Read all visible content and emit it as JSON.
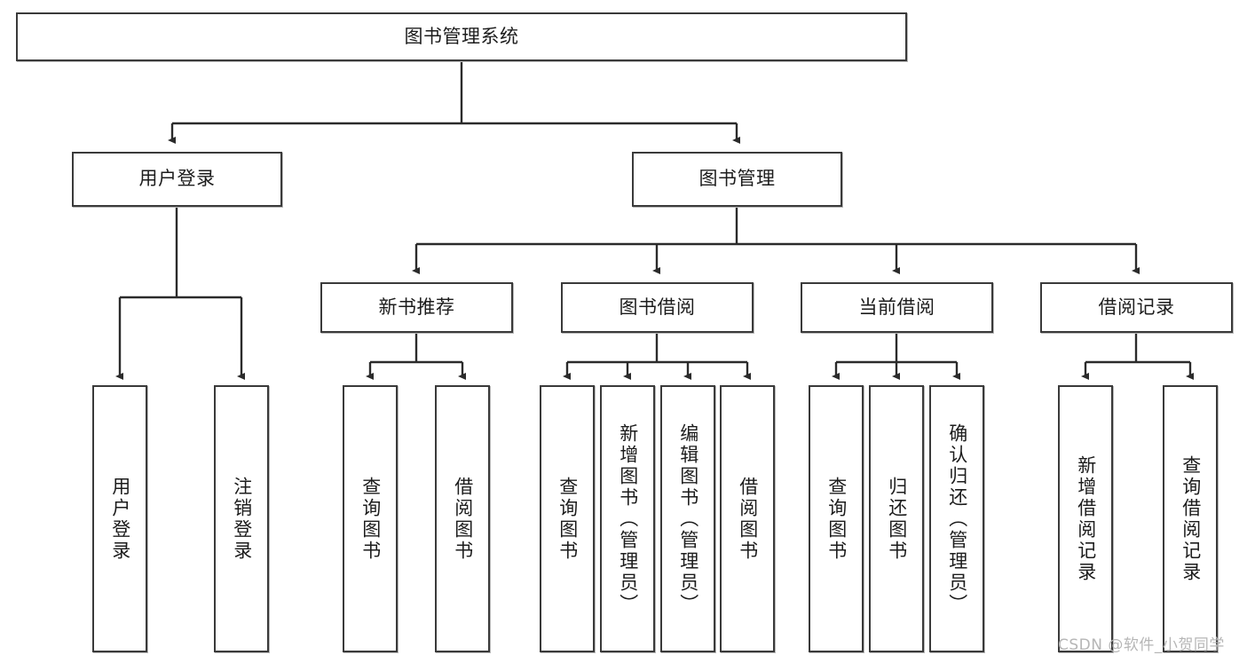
{
  "diagram": {
    "title": "图书管理系统",
    "type": "hierarchy-tree",
    "watermark": "CSDN @软件_小贺同学",
    "colors": {
      "box_border": "#3a3a3a",
      "box_fill": "#ffffff",
      "connector": "#2b2b2b",
      "text": "#1c1c1c",
      "watermark": "#b6b6b6"
    },
    "nodes": {
      "root": {
        "label": "图书管理系统"
      },
      "level2": [
        {
          "id": "user-login",
          "label": "用户登录"
        },
        {
          "id": "book-manage",
          "label": "图书管理"
        }
      ],
      "level3": [
        {
          "id": "new-book-recommend",
          "label": "新书推荐"
        },
        {
          "id": "book-borrow",
          "label": "图书借阅"
        },
        {
          "id": "current-borrow",
          "label": "当前借阅"
        },
        {
          "id": "borrow-record",
          "label": "借阅记录"
        }
      ],
      "leaves": {
        "user-login": [
          {
            "id": "leaf-user-login",
            "label": "用户登录"
          },
          {
            "id": "leaf-user-logout",
            "label": "注销登录"
          }
        ],
        "new-book-recommend": [
          {
            "id": "leaf-query-book-1",
            "label": "查询图书"
          },
          {
            "id": "leaf-borrow-book-1",
            "label": "借阅图书"
          }
        ],
        "book-borrow": [
          {
            "id": "leaf-query-book-2",
            "label": "查询图书"
          },
          {
            "id": "leaf-add-book",
            "label": "新增图书（管理员）"
          },
          {
            "id": "leaf-edit-book",
            "label": "编辑图书（管理员）"
          },
          {
            "id": "leaf-borrow-book-2",
            "label": "借阅图书"
          }
        ],
        "current-borrow": [
          {
            "id": "leaf-query-book-3",
            "label": "查询图书"
          },
          {
            "id": "leaf-return-book",
            "label": "归还图书"
          },
          {
            "id": "leaf-confirm-return",
            "label": "确认归还（管理员）"
          }
        ],
        "borrow-record": [
          {
            "id": "leaf-add-record",
            "label": "新增借阅记录"
          },
          {
            "id": "leaf-query-record",
            "label": "查询借阅记录"
          }
        ]
      }
    }
  }
}
